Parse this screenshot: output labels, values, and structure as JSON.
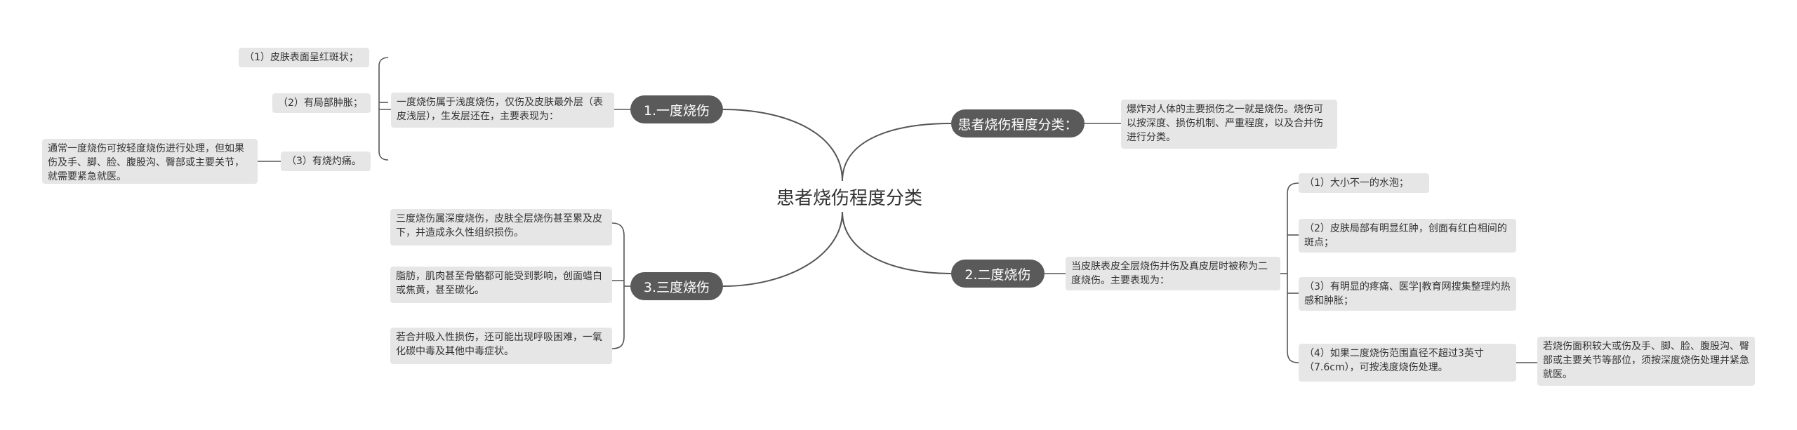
{
  "root": "患者烧伤程度分类",
  "branches": {
    "intro": {
      "label": "患者烧伤程度分类：",
      "desc": "爆炸对人体的主要损伤之一就是烧伤。烧伤可以按深度、损伤机制、严重程度，以及合并伤进行分类。"
    },
    "first": {
      "label": "1.一度烧伤",
      "desc": "一度烧伤属于浅度烧伤，仅伤及皮肤最外层（表皮浅层），生发层还在，主要表现为：",
      "items": [
        "（1）皮肤表面呈红斑状；",
        "（2）有局部肿胀；",
        "（3）有烧灼痛。"
      ],
      "note": "通常一度烧伤可按轻度烧伤进行处理，但如果伤及手、脚、脸、腹股沟、臀部或主要关节，就需要紧急就医。"
    },
    "second": {
      "label": "2.二度烧伤",
      "desc": "当皮肤表皮全层烧伤并伤及真皮层时被称为二度烧伤。主要表现为：",
      "items": [
        "（1）大小不一的水泡；",
        "（2）皮肤局部有明显红肿，创面有红白相间的斑点；",
        "（3）有明显的疼痛、医学|教育网搜集整理灼热感和肿胀；",
        "（4）如果二度烧伤范围直径不超过3英寸（7.6cm），可按浅度烧伤处理。"
      ],
      "note": "若烧伤面积较大或伤及手、脚、脸、腹股沟、臀部或主要关节等部位，须按深度烧伤处理并紧急就医。"
    },
    "third": {
      "label": "3.三度烧伤",
      "items": [
        "三度烧伤属深度烧伤，皮肤全层烧伤甚至累及皮下，并造成永久性组织损伤。",
        "脂肪，肌肉甚至骨骼都可能受到影响，创面蜡白或焦黄，甚至碳化。",
        "若合并吸入性损伤，还可能出现呼吸困难，一氧化碳中毒及其他中毒症状。"
      ]
    }
  }
}
